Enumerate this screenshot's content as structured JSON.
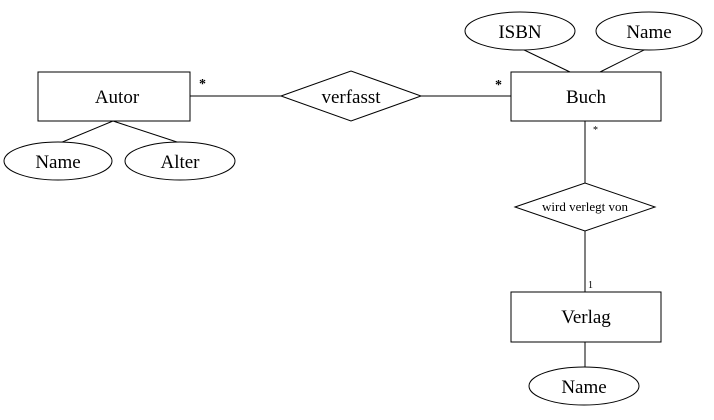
{
  "entities": {
    "autor": "Autor",
    "buch": "Buch",
    "verlag": "Verlag"
  },
  "relationships": {
    "verfasst": "verfasst",
    "wird_verlegt_von": "wird verlegt von"
  },
  "attributes": {
    "buch_isbn": "ISBN",
    "buch_name": "Name",
    "autor_name": "Name",
    "autor_alter": "Alter",
    "verlag_name": "Name"
  },
  "cardinalities": {
    "autor_verfasst": "*",
    "buch_verfasst": "*",
    "buch_verlegt": "*",
    "verlag_verlegt": "1"
  }
}
